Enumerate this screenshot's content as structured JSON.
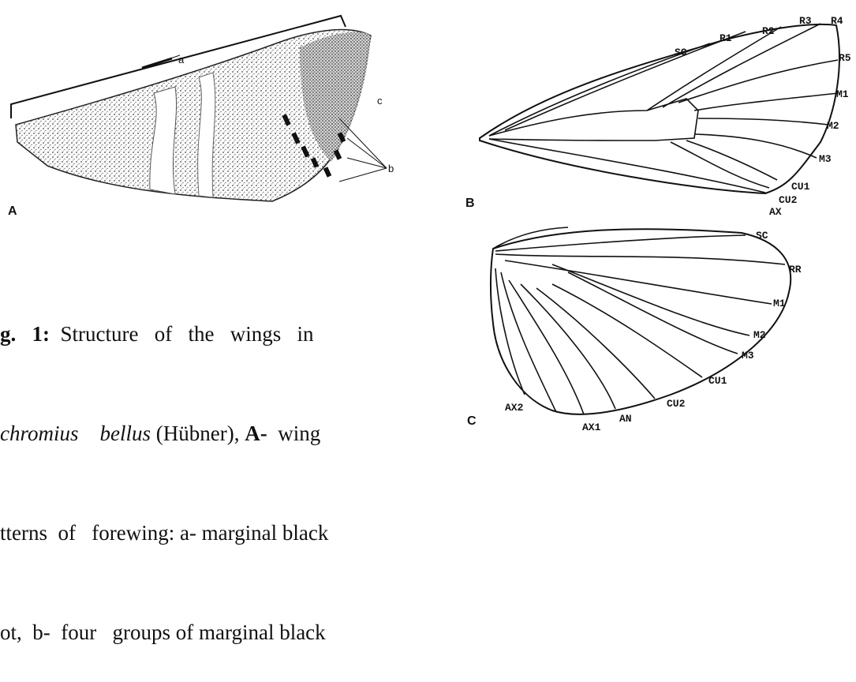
{
  "panels": {
    "a": {
      "label": "A",
      "marker_a": "a",
      "marker_b": "b",
      "marker_c": "c"
    },
    "b": {
      "label": "B",
      "veins": [
        "SC",
        "R1",
        "R2",
        "R3",
        "R4",
        "R5",
        "M1",
        "M2",
        "M3",
        "CU1",
        "CU2",
        "AX"
      ]
    },
    "c": {
      "label": "C",
      "veins": [
        "SC",
        "RR",
        "M1",
        "M2",
        "M3",
        "CU1",
        "CU2",
        "AN",
        "AX1",
        "AX2"
      ]
    }
  },
  "caption": {
    "line1_bold": "g.   1:",
    "line1_rest": "  Structure   of   the   wings   in",
    "line2_italic": "chromius    bellus",
    "line2_rest": " (Hübner), ",
    "line2_bold": "A-",
    "line2_tail": "  wing",
    "line3": "tterns  of   forewing: a- marginal black",
    "line4": "ot,  b-  four   groups of marginal black"
  }
}
